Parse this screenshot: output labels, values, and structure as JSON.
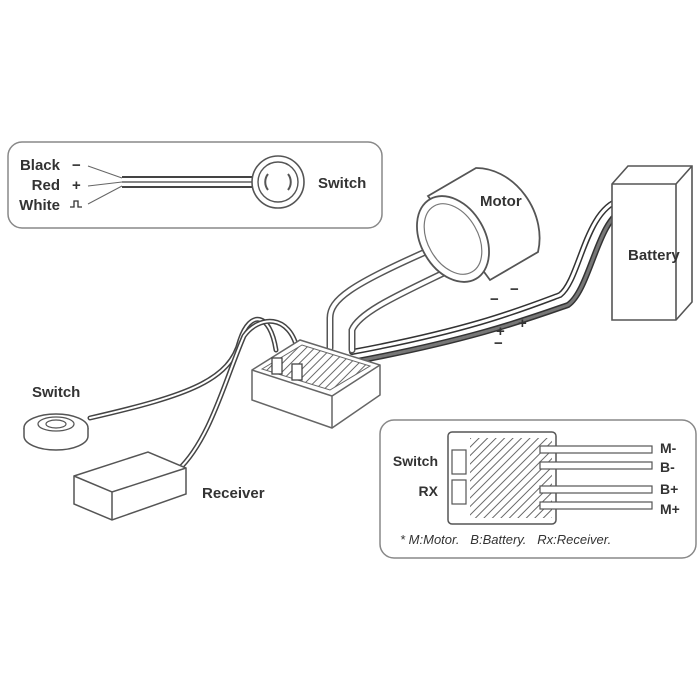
{
  "wire_legend": {
    "black_label": "Black",
    "black_sign": "−",
    "red_label": "Red",
    "red_sign": "+",
    "white_label": "White",
    "switch_label": "Switch"
  },
  "components": {
    "motor_label": "Motor",
    "battery_label": "Battery",
    "switch_label": "Switch",
    "receiver_label": "Receiver"
  },
  "battery_polarity": {
    "minus_top": "−",
    "minus_top_2": "−",
    "plus_left": "+",
    "plus_right": "+",
    "minus_bottom": "−"
  },
  "inset": {
    "switch_port_label": "Switch",
    "rx_port_label": "RX",
    "m_minus_label": "M-",
    "b_minus_label": "B-",
    "b_plus_label": "B+",
    "m_plus_label": "M+",
    "footnote": "* M:Motor.   B:Battery.   Rx:Receiver."
  },
  "colors": {
    "line": "#555555",
    "frame": "#888888",
    "fill_light": "#f5f5f5",
    "text": "#333333"
  }
}
